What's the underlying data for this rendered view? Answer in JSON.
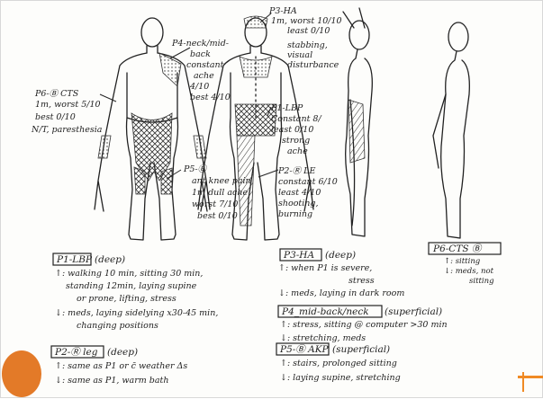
{
  "colors": {
    "ink": "#222222",
    "accent": "#e2731c",
    "accent_bar": "#f08a24",
    "paper": "#fdfdfb"
  },
  "figure_labels": {
    "p3": "P3-HA",
    "p3_worst": "1m, worst 10/10",
    "p3_least": "least 0/10",
    "p3_stabbing": "stabbing,",
    "p3_visual": "visual",
    "p3_disturb": "disturbance",
    "p4": "P4-neck/mid-",
    "p4_back": "back",
    "p4_constant": "constant",
    "p4_ache": "ache",
    "p4_worst": "4/10",
    "p4_best": "best 4/10",
    "p6": "P6-Ⓑ CTS",
    "p6_worst": "1m, worst 5/10",
    "p6_best": "best 0/10",
    "p6_nt": "N/T, paresthesia",
    "p1": "P1-LBP",
    "p1_constant": "Constant 8/",
    "p1_least": "least 0/10",
    "p1_strong": "strong",
    "p1_ache": "ache",
    "p5": "P5-Ⓑ",
    "p5_knee": "ant knee pain",
    "p5_dull": "1m dull ache",
    "p5_worst": "worst 7/10",
    "p5_best": "best 0/10",
    "p2": "P2-Ⓡ LE",
    "p2_constant": "constant 6/10",
    "p2_least": "least 4/10",
    "p2_shooting": "shooting,",
    "p2_burning": "burning"
  },
  "notes": {
    "p1_title": "P1-LBP",
    "p1_type": "(deep)",
    "p1_up_1": "↑: walking 10 min, sitting 30 min,",
    "p1_up_2": "standing 12min, laying supine",
    "p1_up_3": "or prone, lifting, stress",
    "p1_down_1": "↓: meds, laying sidelying x30-45 min,",
    "p1_down_2": "changing positions",
    "p2_title": "P2-Ⓡ leg",
    "p2_type": "(deep)",
    "p2_up": "↑: same as P1 or c̄ weather Δs",
    "p2_down": "↓: same as P1, warm bath",
    "p3_title": "P3-HA",
    "p3_type": "(deep)",
    "p3_up_1": "↑: when P1 is severe,",
    "p3_up_2": "stress",
    "p3_down": "↓: meds, laying in dark room",
    "p6_title": "P6-CTS Ⓑ",
    "p6_up": "↑: sitting",
    "p6_down_1": "↓: meds, not",
    "p6_down_2": "sitting",
    "p4_title": "P4_mid-back/neck",
    "p4_type": "(superficial)",
    "p4_up": "↑: stress, sitting @ computer >30 min",
    "p4_down": "↓: stretching, meds",
    "p5_title": "P5-Ⓑ AKP",
    "p5_type": "(superficial)",
    "p5_up": "↑: stairs, prolonged sitting",
    "p5_down": "↓: laying supine, stretching"
  }
}
